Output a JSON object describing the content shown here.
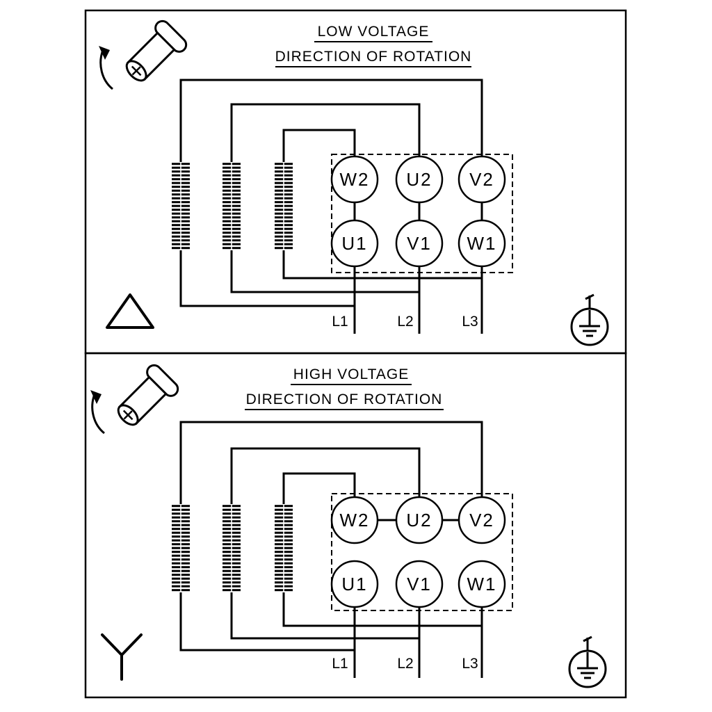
{
  "diagram": {
    "background_color": "#ffffff",
    "line_color": "#000000",
    "icons": {
      "rotation": "shaft-with-rotation-arrow-icon",
      "ground": "protective-earth-icon",
      "delta": "delta-connection-symbol",
      "star": "star-connection-symbol"
    }
  },
  "panels": [
    {
      "id": "low-voltage",
      "title": "LOW VOLTAGE",
      "subtitle": "DIRECTION OF ROTATION",
      "connection": "delta",
      "terminals_top": [
        "W2",
        "U2",
        "V2"
      ],
      "terminals_bottom": [
        "U1",
        "V1",
        "W1"
      ],
      "leads": [
        "L1",
        "L2",
        "L3"
      ]
    },
    {
      "id": "high-voltage",
      "title": "HIGH VOLTAGE",
      "subtitle": "DIRECTION OF ROTATION",
      "connection": "star",
      "terminals_top": [
        "W2",
        "U2",
        "V2"
      ],
      "terminals_bottom": [
        "U1",
        "V1",
        "W1"
      ],
      "leads": [
        "L1",
        "L2",
        "L3"
      ]
    }
  ]
}
